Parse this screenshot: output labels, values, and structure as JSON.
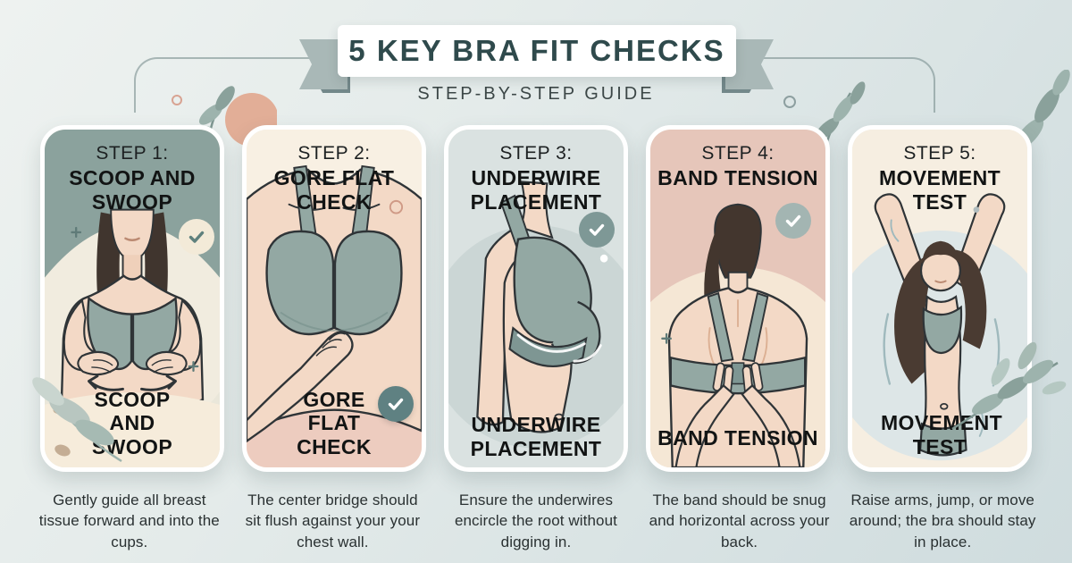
{
  "header": {
    "title": "5 KEY BRA FIT CHECKS",
    "subtitle": "STEP-BY-STEP GUIDE"
  },
  "steps": [
    {
      "step_label": "STEP 1:",
      "step_title": "SCOOP AND SWOOP",
      "panel_label": "SCOOP AND SWOOP",
      "caption": "Gently guide all breast tissue forward and into the cups.",
      "illustration": "front-view-woman-hands-scooping-breast-tissue-into-cups-with-arrows",
      "check_icon": "cream-circle-teal-check"
    },
    {
      "step_label": "STEP 2:",
      "step_title": "GORE FLAT CHECK",
      "panel_label": "GORE FLAT CHECK",
      "caption": "The center bridge should sit flush against your your chest wall.",
      "illustration": "close-up-chest-hand-pressing-center-gore",
      "check_icon": "teal-circle-white-check"
    },
    {
      "step_label": "STEP 3:",
      "step_title": "UNDERWIRE PLACEMENT",
      "panel_label": "UNDERWIRE PLACEMENT",
      "caption": "Ensure the underwires encircle the root without digging in.",
      "illustration": "three-quarter-torso-underwire-highlighted",
      "check_icon": "sage-circle-white-check"
    },
    {
      "step_label": "STEP 4:",
      "step_title": "BAND TENSION",
      "panel_label": "BAND TENSION",
      "caption": "The band should be snug and horizontal across your back.",
      "illustration": "back-view-fingers-pulling-band",
      "check_icon": "sage-circle-white-check"
    },
    {
      "step_label": "STEP 5:",
      "step_title": "MOVEMENT TEST",
      "panel_label": "MOVEMENT TEST",
      "caption": "Raise arms, jump, or move around; the bra should stay in place.",
      "illustration": "woman-arms-raised-movement-lines",
      "check_icon": "none"
    }
  ],
  "colors": {
    "background_top": "#eef2f0",
    "background_bottom": "#cfdcde",
    "ribbon_text": "#2f4a4c",
    "ribbon_tail": "#a9b8b7",
    "ribbon_fold": "#73888a",
    "sage_header": "#8ba29d",
    "cream_panel": "#f6ecdb",
    "pink_panel": "#edccbf",
    "blush_panel": "#e6c6ba",
    "gray_panel": "#dae2e1",
    "bra": "#93a8a3",
    "skin": "#f3d9c6",
    "caption_text": "#2a3132",
    "check_teal": "#5f8182"
  }
}
